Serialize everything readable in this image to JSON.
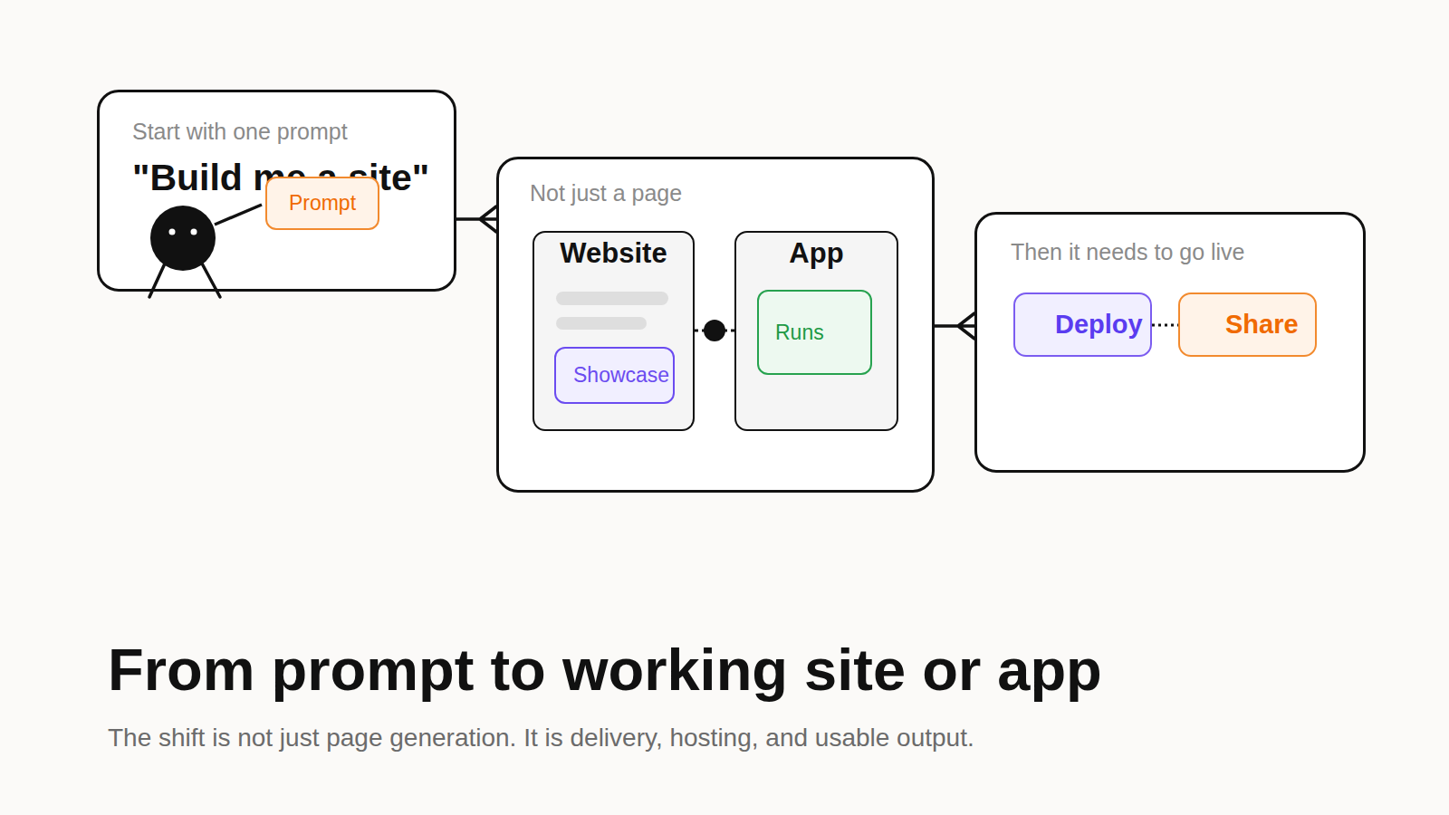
{
  "diagram": {
    "title": "From prompt to working site or app",
    "caption": "The shift is not just page generation. It is delivery, hosting, and usable output.",
    "nodes": [
      {
        "text": [
          "Start with one prompt",
          "\"Build me a site\""
        ]
      },
      {
        "text": [
          "Prompt"
        ],
        "in": 0
      },
      {
        "text": [
          "Not just a page"
        ]
      },
      {
        "text": [
          "Website"
        ],
        "in": 2
      },
      {
        "text": [
          "Showcase"
        ],
        "in": 3
      },
      {
        "text": [
          "App"
        ],
        "in": 2
      },
      {
        "text": [
          "Runs"
        ],
        "in": 5
      },
      {
        "text": [
          "Then it needs to go live"
        ]
      },
      {
        "text": [
          "Deploy"
        ],
        "in": 7
      },
      {
        "text": [
          "Share"
        ],
        "in": 7
      }
    ],
    "edges": [
      {
        "from": 0,
        "to": 2,
        "arrow": "to"
      },
      {
        "from": 3,
        "to": 5,
        "arrow": "none"
      },
      {
        "from": 2,
        "to": 7,
        "arrow": "to"
      },
      {
        "from": 8,
        "to": 9,
        "arrow": "none"
      }
    ]
  }
}
